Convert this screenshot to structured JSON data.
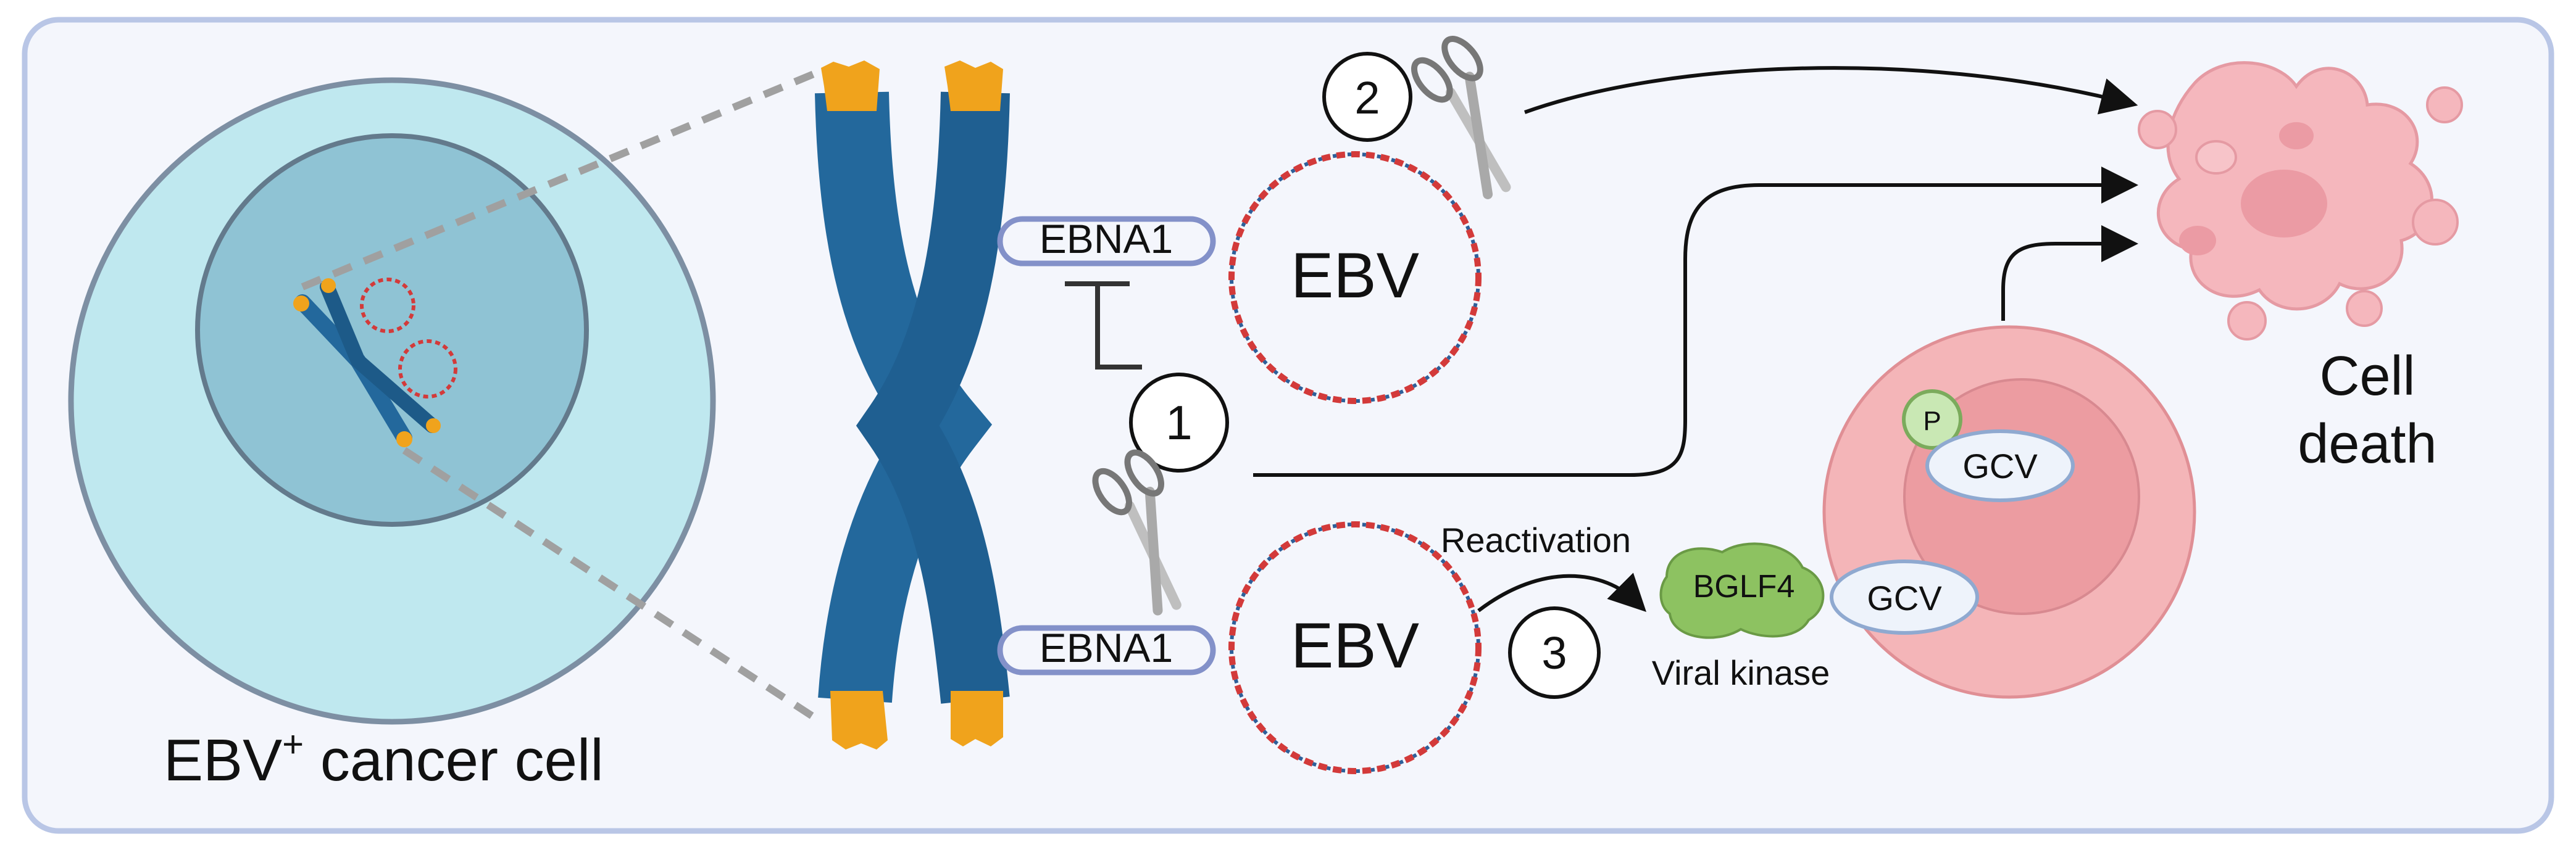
{
  "labels": {
    "cell_caption_main": "EBV",
    "cell_caption_sup": "+",
    "cell_caption_rest": " cancer cell",
    "ebna1_top": "EBNA1",
    "ebna1_bottom": "EBNA1",
    "ebv_top": "EBV",
    "ebv_bottom": "EBV",
    "step1": "1",
    "step2": "2",
    "step3": "3",
    "reactivation": "Reactivation",
    "bglf4": "BGLF4",
    "viral_kinase": "Viral kinase",
    "gcv_outer": "GCV",
    "gcv_inner": "GCV",
    "phosphate": "P",
    "cell_death_line1": "Cell",
    "cell_death_line2": "death"
  },
  "colors": {
    "frame_border": "#b9c6e6",
    "frame_fill": "#f4f6fc",
    "outer_cell": "#bfe8ef",
    "nucleus": "#8fc3d4",
    "chromosome": "#23689c",
    "telomere": "#f0a31c",
    "ebna1_border": "#8391c9",
    "dna_red": "#d33a3a",
    "dna_blue": "#2e5f99",
    "kinase": "#8dc261",
    "target_cell": "#f4b5b8",
    "target_nucleus": "#ec9ca1",
    "phosphate": "#c9e8b4",
    "death_blob": "#f5b7bd"
  },
  "icons": [
    "scissors-icon",
    "scissors-icon",
    "arrow-icon",
    "inhibition-icon"
  ]
}
